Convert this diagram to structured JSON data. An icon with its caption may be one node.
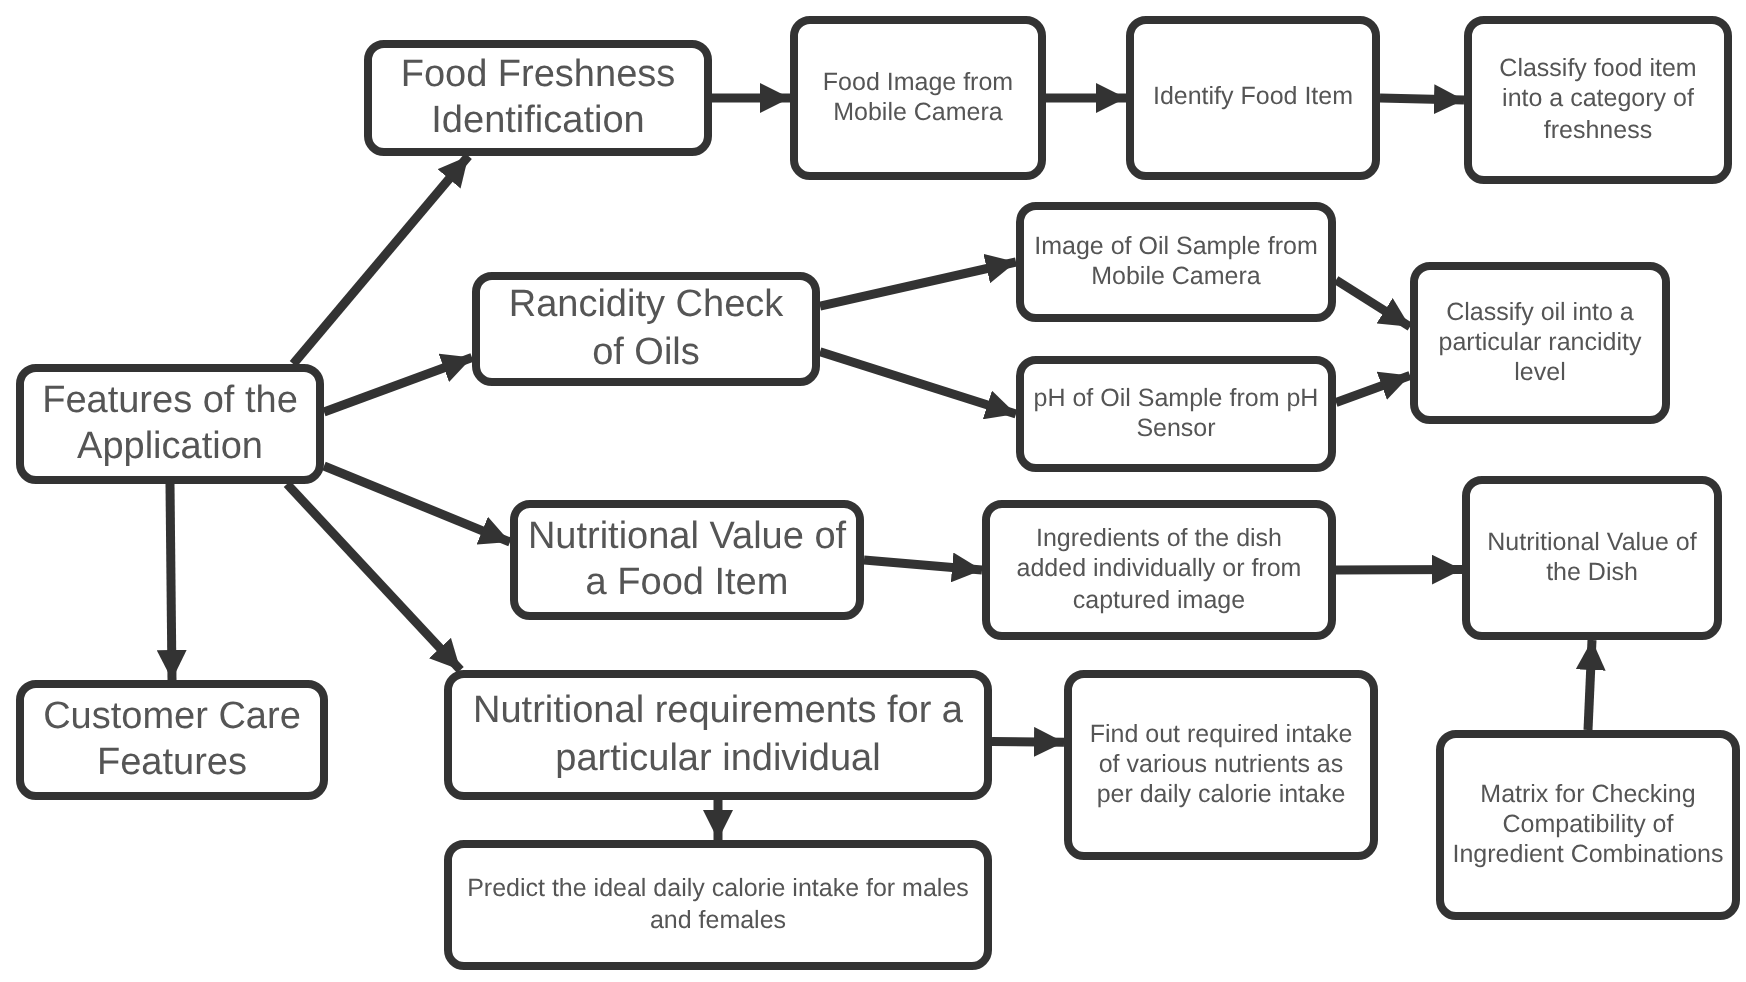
{
  "diagram": {
    "nodes": [
      {
        "text": [
          "Features of the Application"
        ]
      },
      {
        "text": [
          "Food Freshness Identification"
        ]
      },
      {
        "text": [
          "Food Image from Mobile Camera"
        ]
      },
      {
        "text": [
          "Identify Food Item"
        ]
      },
      {
        "text": [
          "Classify food item into a category of freshness"
        ]
      },
      {
        "text": [
          "Rancidity Check of Oils"
        ]
      },
      {
        "text": [
          "Image of Oil Sample from Mobile Camera"
        ]
      },
      {
        "text": [
          "pH of Oil Sample from pH Sensor"
        ]
      },
      {
        "text": [
          "Classify oil into a particular rancidity level"
        ]
      },
      {
        "text": [
          "Nutritional Value of a Food Item"
        ]
      },
      {
        "text": [
          "Ingredients of the dish added individually or from captured image"
        ]
      },
      {
        "text": [
          "Nutritional Value of the Dish"
        ]
      },
      {
        "text": [
          "Customer Care Features"
        ]
      },
      {
        "text": [
          "Nutritional requirements for a particular individual"
        ]
      },
      {
        "text": [
          "Find out required intake of various nutrients as per daily calorie intake"
        ]
      },
      {
        "text": [
          "Predict the ideal daily calorie intake for males and females"
        ]
      },
      {
        "text": [
          "Matrix for Checking Compatibility of Ingredient Combinations"
        ]
      }
    ],
    "edges": [
      {
        "from": 0,
        "to": 1,
        "arrow": "to"
      },
      {
        "from": 0,
        "to": 5,
        "arrow": "to"
      },
      {
        "from": 0,
        "to": 9,
        "arrow": "to"
      },
      {
        "from": 0,
        "to": 13,
        "arrow": "to"
      },
      {
        "from": 0,
        "to": 12,
        "arrow": "to"
      },
      {
        "from": 1,
        "to": 2,
        "arrow": "to"
      },
      {
        "from": 2,
        "to": 3,
        "arrow": "to"
      },
      {
        "from": 3,
        "to": 4,
        "arrow": "to"
      },
      {
        "from": 5,
        "to": 6,
        "arrow": "to"
      },
      {
        "from": 5,
        "to": 7,
        "arrow": "to"
      },
      {
        "from": 6,
        "to": 8,
        "arrow": "to"
      },
      {
        "from": 7,
        "to": 8,
        "arrow": "to"
      },
      {
        "from": 9,
        "to": 10,
        "arrow": "to"
      },
      {
        "from": 10,
        "to": 11,
        "arrow": "to"
      },
      {
        "from": 16,
        "to": 11,
        "arrow": "to"
      },
      {
        "from": 13,
        "to": 14,
        "arrow": "to"
      },
      {
        "from": 13,
        "to": 15,
        "arrow": "to"
      }
    ]
  }
}
